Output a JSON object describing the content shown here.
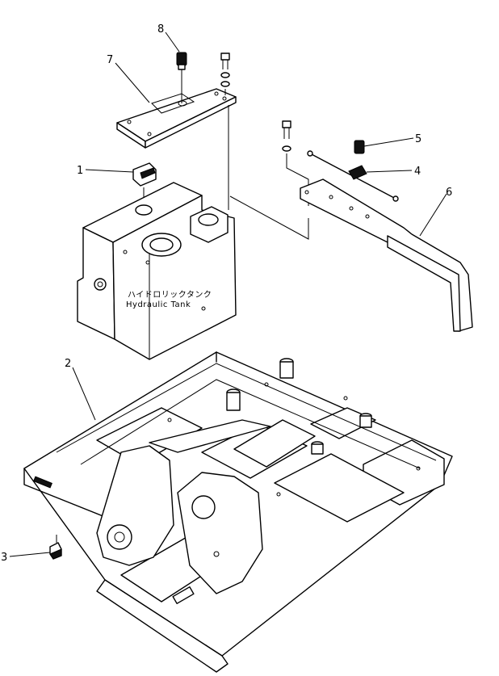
{
  "callouts": {
    "c1": "1",
    "c2": "2",
    "c3": "3",
    "c4": "4",
    "c5": "5",
    "c6": "6",
    "c7": "7",
    "c8": "8"
  },
  "tank": {
    "label_jp": "ハイドロリックタンク",
    "label_en": "Hydraulic  Tank"
  }
}
